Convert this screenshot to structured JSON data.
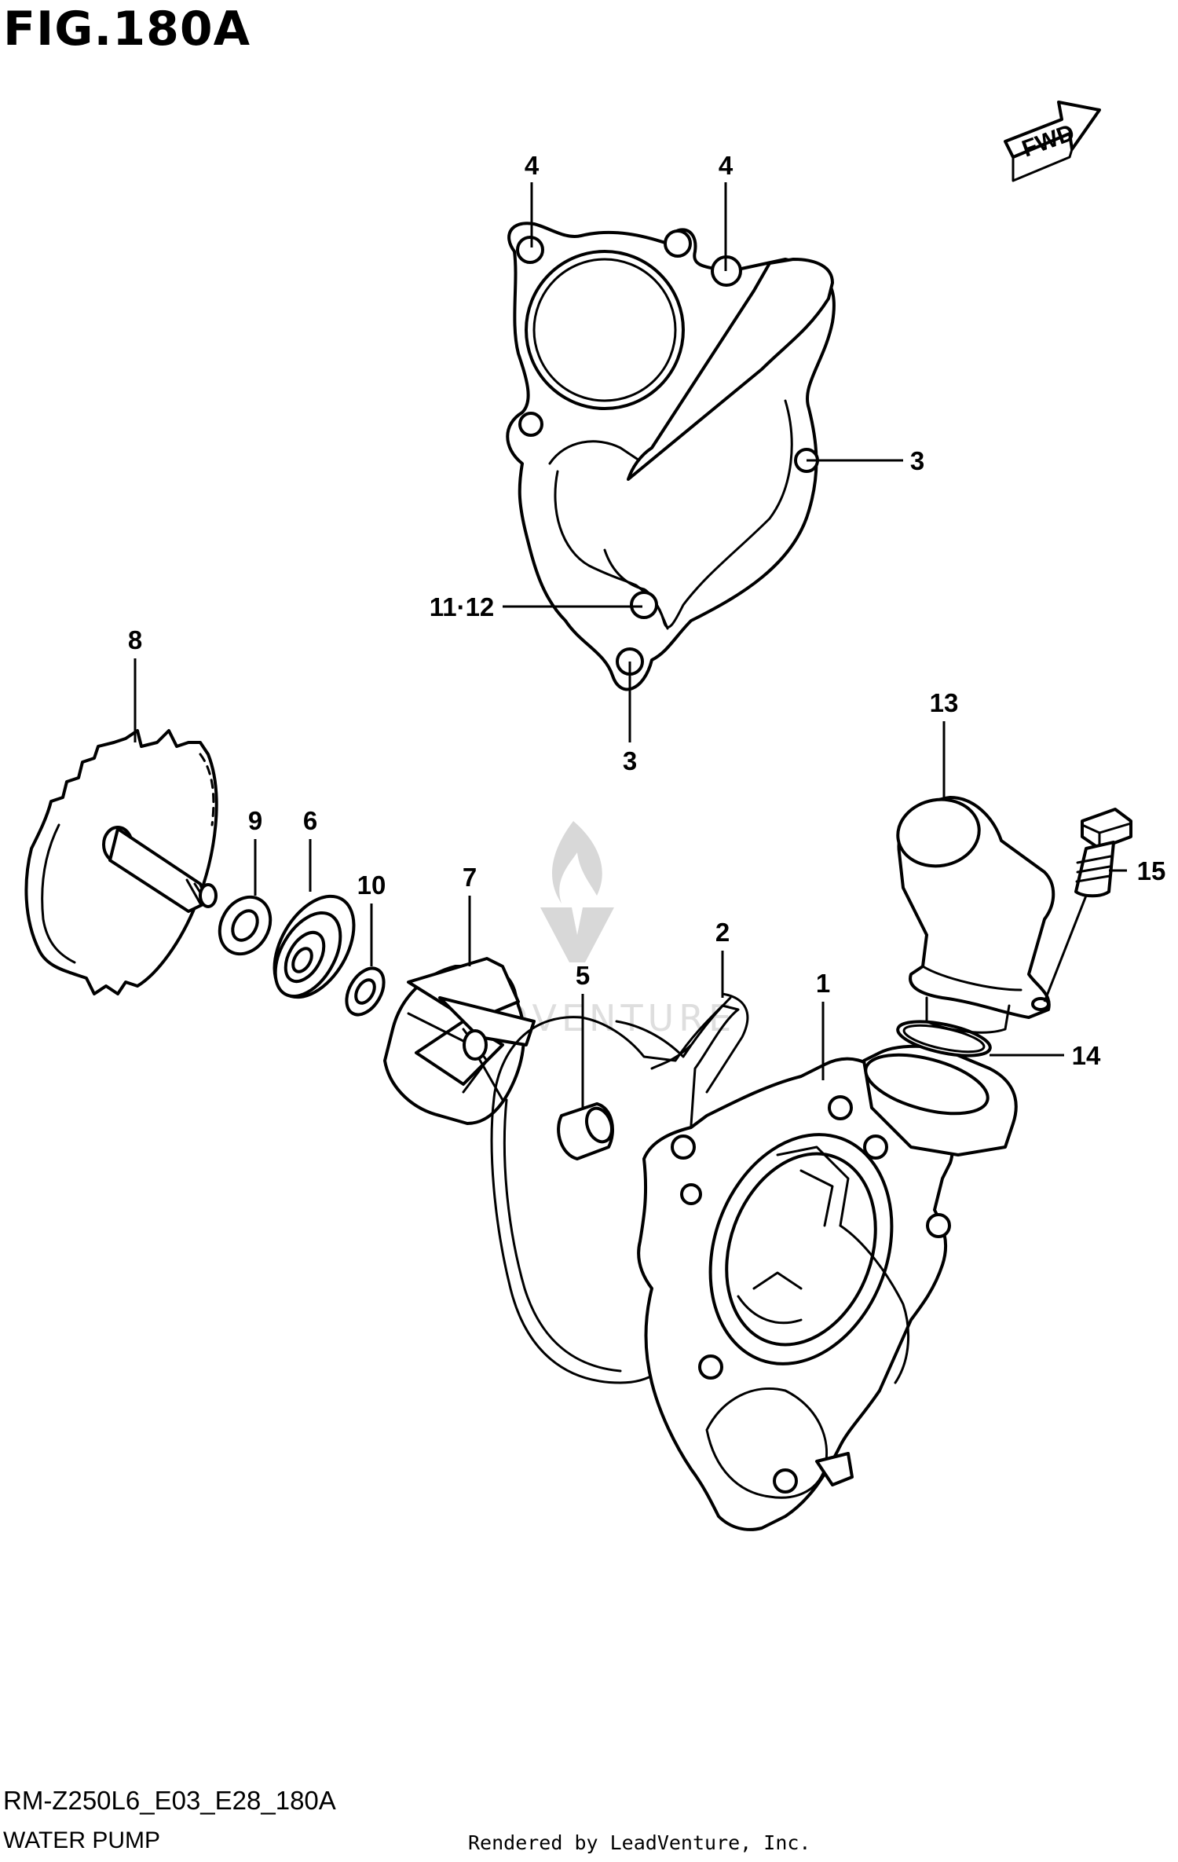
{
  "figure": {
    "title": "FIG.180A",
    "fwd_label": "FWD"
  },
  "footer": {
    "code": "RM-Z250L6_E03_E28_180A",
    "name": "WATER PUMP",
    "credit": "Rendered by LeadVenture, Inc."
  },
  "watermark": {
    "text": "LEADVENTURE"
  },
  "callouts": {
    "c4a": "4",
    "c4b": "4",
    "c3a": "3",
    "c3b": "3",
    "c1112": "11·12",
    "c8": "8",
    "c9": "9",
    "c6": "6",
    "c10": "10",
    "c7": "7",
    "c5": "5",
    "c2": "2",
    "c1": "1",
    "c13": "13",
    "c15": "15",
    "c14": "14"
  }
}
